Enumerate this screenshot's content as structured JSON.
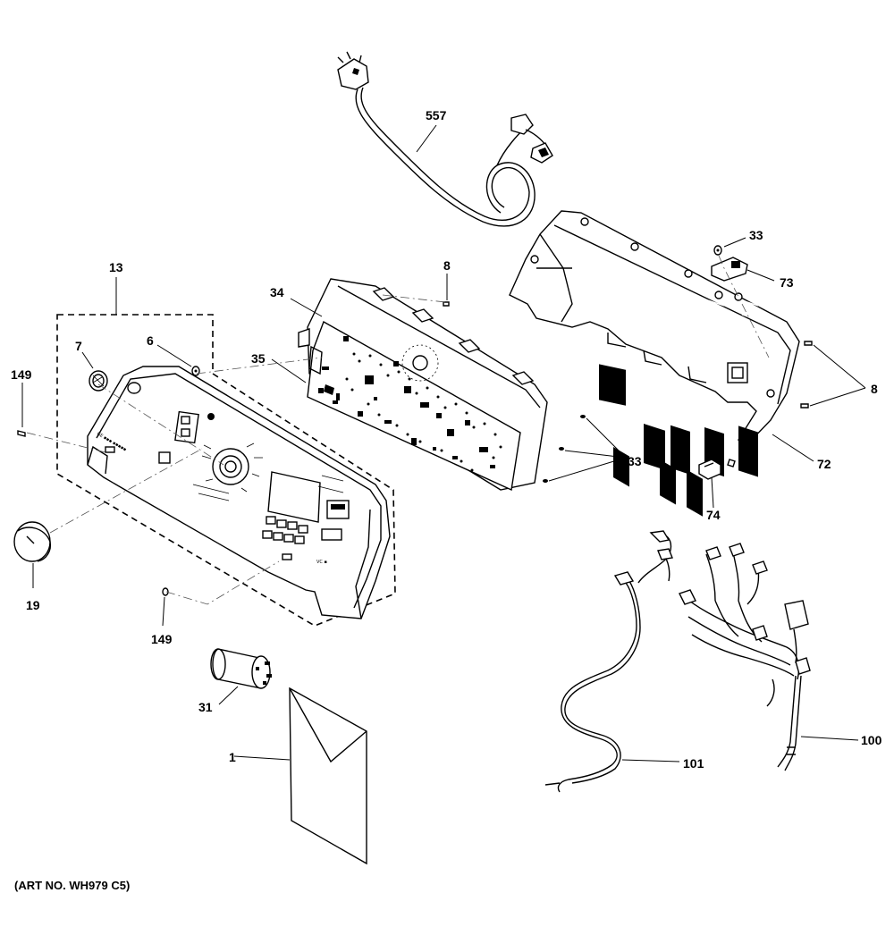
{
  "diagram": {
    "art_number": "(ART NO. WH979 C5)",
    "callouts": {
      "power_cord": "557",
      "control_panel_assembly": "13",
      "board_34": "34",
      "screw_8_top": "8",
      "board_35": "35",
      "knob_7": "7",
      "part_6": "6",
      "screw_149_left": "149",
      "knob_19": "19",
      "screw_149_bottom": "149",
      "screw_33_top": "33",
      "bracket_73": "73",
      "screw_8_right": "8",
      "console_72": "72",
      "screws_33": "33",
      "clip_74": "74",
      "capacitor_31": "31",
      "manual_1": "1",
      "harness_101": "101",
      "harness_100": "100"
    }
  }
}
